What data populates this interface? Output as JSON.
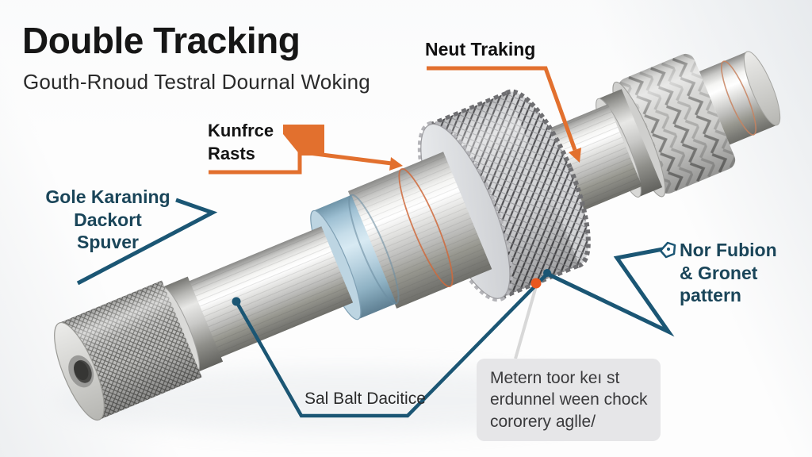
{
  "header": {
    "title": "Double Tracking",
    "subtitle": "Gouth-Rnoud Testral Dournal Woking"
  },
  "callouts": {
    "neut_traking": "Neut Traking",
    "kunfrce_rasts": "Kunfrce\nRasts",
    "gole_karaning": "Gole Karaning\nDackort\nSpuver",
    "nor_fubion": "Nor Fubion\n& Gronet\npattern",
    "sal_balt": "Sal Balt Dacitice",
    "note": "Metern toor keı st\nerdunnel ween chock\ncororery aglle/"
  },
  "colors": {
    "accent_orange": "#e2702e",
    "marker_orange": "#e8571f",
    "accent_blue": "#1b5674",
    "label_blue": "#1a4559",
    "note_background": "#e6e6e8",
    "steel_blue_ring": "#9dbfd2"
  },
  "icons": {
    "nor_fubion_marker": "tag-icon",
    "kunfrce_marker": "flag-icon",
    "surface_markers": "dot-icon"
  }
}
